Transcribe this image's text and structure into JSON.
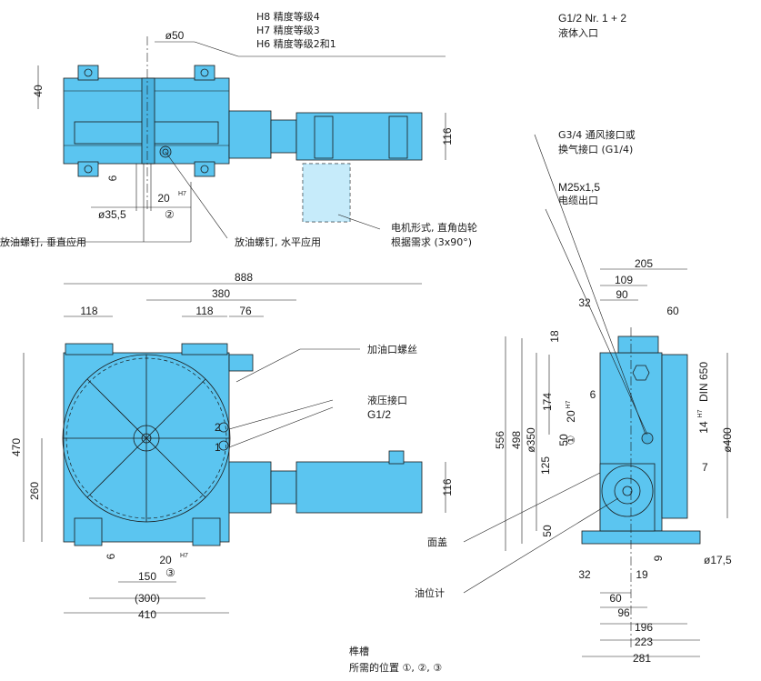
{
  "colors": {
    "body": "#5bc5f0",
    "body_dark": "#4ab3e0",
    "line": "#1a1a1a"
  },
  "top_view": {
    "tolerance_lines": [
      "H8 精度等级4",
      "H7 精度等级3",
      "H6 精度等级2和1"
    ],
    "d_shaft": "ø50",
    "h_40": "40",
    "h_6": "6",
    "h_116": "116",
    "w_20": "20",
    "w_20_sup": "H7",
    "d_35": "ø35,5",
    "circ2": "②",
    "note_vertical": "放油螺钉, 垂直应用",
    "note_horizontal": "放油螺钉, 水平应用",
    "note_motor": [
      "电机形式, 直角齿轮",
      "根据需求 (3x90°)"
    ]
  },
  "front_view": {
    "d_888": "888",
    "d_380": "380",
    "d_118a": "118",
    "d_118b": "118",
    "d_76": "76",
    "d_470": "470",
    "d_260": "260",
    "d_116": "116",
    "d_6": "6",
    "d_20": "20",
    "d_20_sup": "H7",
    "d_150": "150",
    "circ3": "③",
    "d_300": "(300)",
    "d_410": "410",
    "lbl_oil_fill": "加油口螺丝",
    "lbl_hydraulic": [
      "液压接口",
      "G1/2"
    ],
    "port_1": "1",
    "port_2": "2"
  },
  "side_view": {
    "g12_title": "G1/2 Nr. 1 + 2",
    "g12_sub": "液体入口",
    "vent": [
      "G3/4 通风接口或",
      "换气接口 (G1/4)"
    ],
    "m25": [
      "M25x1,5",
      "电缆出口"
    ],
    "d_205": "205",
    "d_109": "109",
    "d_32a": "32",
    "d_90": "90",
    "d_60a": "60",
    "d_18": "18",
    "d_174": "174",
    "d_6": "6",
    "d_20": "20",
    "d_20_sup": "H7",
    "circ1": "①",
    "d_50a": "50",
    "d_125": "125",
    "d_350": "ø350",
    "d_498": "498",
    "d_556": "556",
    "d_50b": "50",
    "d_14": "14",
    "d_14_sup": "H7",
    "d_din": "DIN 650",
    "d_400": "ø400",
    "d_7": "7",
    "d_9": "9",
    "d_175": "ø17,5",
    "d_32b": "32",
    "d_19": "19",
    "d_60b": "60",
    "d_96": "96",
    "d_196": "196",
    "d_223": "223",
    "d_281": "281",
    "lbl_cover": "面盖",
    "lbl_oil_level": "油位计"
  },
  "footer": {
    "line1": "榫槽",
    "line2": "所需的位置 ①, ②, ③"
  }
}
